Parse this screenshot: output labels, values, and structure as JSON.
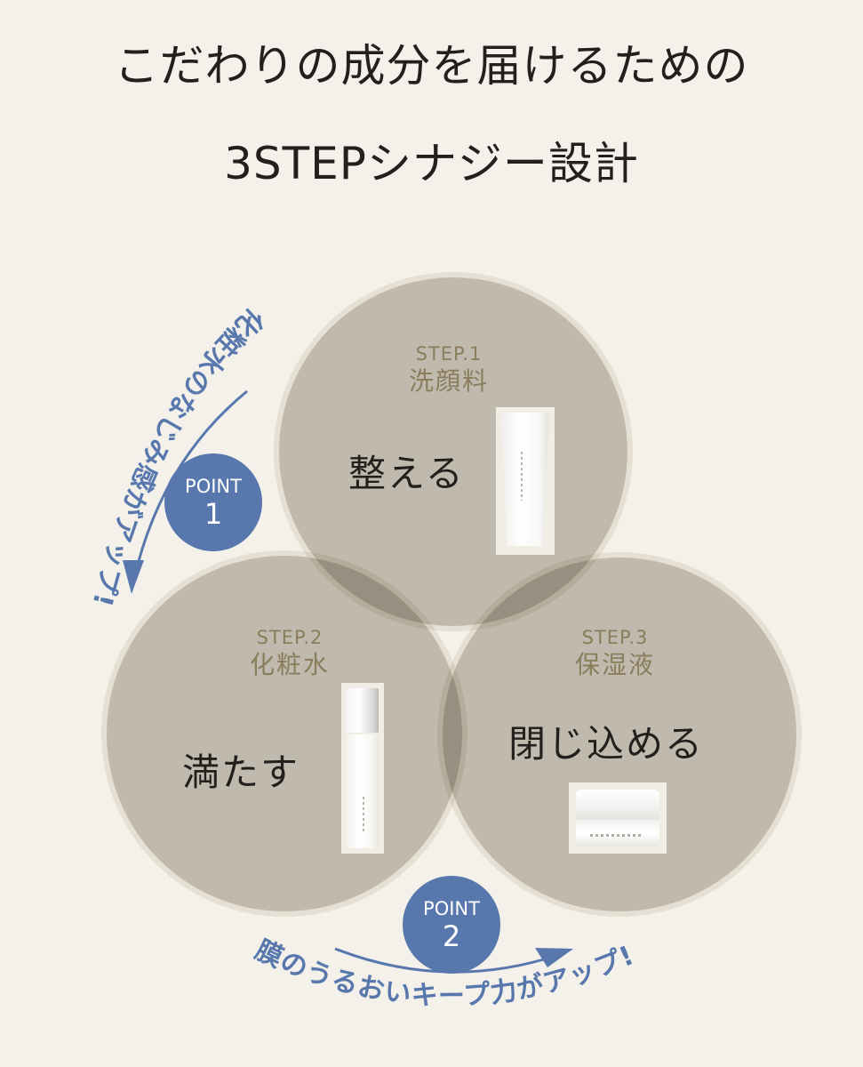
{
  "header": {
    "title_line_1": "こだわりの成分を届けるための",
    "title_line_2": "3STEPシナジー設計"
  },
  "steps": [
    {
      "step_label": "STEP.1",
      "category": "洗顔料",
      "action": "整える",
      "product_icon": "tube-icon"
    },
    {
      "step_label": "STEP.2",
      "category": "化粧水",
      "action": "満たす",
      "product_icon": "bottle-icon"
    },
    {
      "step_label": "STEP.3",
      "category": "保湿液",
      "action": "閉じ込める",
      "product_icon": "jar-icon"
    }
  ],
  "points": [
    {
      "label": "POINT",
      "number": "1",
      "caption": "化粧水のなじみ感がアップ!",
      "arrow_icon": "curved-arrow-down-icon"
    },
    {
      "label": "POINT",
      "number": "2",
      "caption": "膜のうるおいキープ力がアップ!",
      "arrow_icon": "curved-arrow-right-icon"
    }
  ],
  "colors": {
    "background": "#f4f0ea",
    "circle_fill": "#c2bdb3",
    "circle_overlap": "#b5aea0",
    "accent_blue": "#5878ad",
    "step_label": "#8a7d5c",
    "title_text": "#231f1c"
  }
}
